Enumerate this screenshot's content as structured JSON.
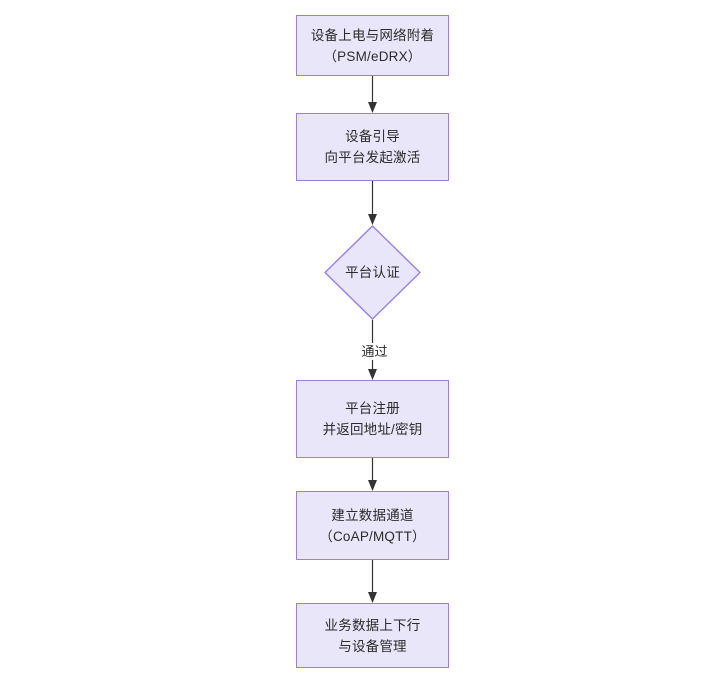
{
  "diagram": {
    "type": "flowchart",
    "orientation": "top-to-bottom",
    "theme": {
      "node_fill": "#e9e6f9",
      "node_border": "#9a7fdc",
      "edge_color": "#333333",
      "text_color": "#2b2b2b",
      "background": "#ffffff"
    },
    "nodes": [
      {
        "id": "n1",
        "shape": "rect",
        "lines": [
          "设备上电与网络附着",
          "（PSM/eDRX）"
        ]
      },
      {
        "id": "n2",
        "shape": "rect",
        "lines": [
          "设备引导",
          "向平台发起激活"
        ]
      },
      {
        "id": "n3",
        "shape": "diamond",
        "lines": [
          "平台认证"
        ]
      },
      {
        "id": "n4",
        "shape": "rect",
        "lines": [
          "平台注册",
          "并返回地址/密钥"
        ]
      },
      {
        "id": "n5",
        "shape": "rect",
        "lines": [
          "建立数据通道",
          "（CoAP/MQTT）"
        ]
      },
      {
        "id": "n6",
        "shape": "rect",
        "lines": [
          "业务数据上下行",
          "与设备管理"
        ]
      }
    ],
    "edges": [
      {
        "id": "e1",
        "from": "n1",
        "to": "n2",
        "label": ""
      },
      {
        "id": "e2",
        "from": "n2",
        "to": "n3",
        "label": ""
      },
      {
        "id": "e3",
        "from": "n3",
        "to": "n4",
        "label": "通过"
      },
      {
        "id": "e4",
        "from": "n4",
        "to": "n5",
        "label": ""
      },
      {
        "id": "e5",
        "from": "n5",
        "to": "n6",
        "label": ""
      }
    ]
  }
}
